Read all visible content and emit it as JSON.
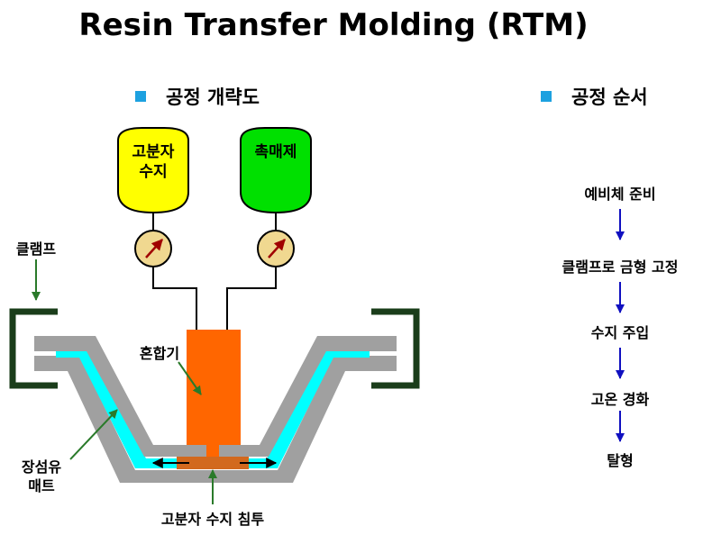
{
  "title": "Resin Transfer Molding (RTM)",
  "left_section": {
    "heading": "공정 개략도"
  },
  "right_section": {
    "heading": "공정 순서"
  },
  "tanks": {
    "resin_line1": "고분자",
    "resin_line2": "수지",
    "catalyst": "촉매제"
  },
  "labels": {
    "clamp": "클램프",
    "mixer": "혼합기",
    "fiber_mat_line1": "장섬유",
    "fiber_mat_line2": "매트",
    "infiltration": "고분자 수지 침투"
  },
  "process_steps": [
    "예비체 준비",
    "클램프로 금형 고정",
    "수지 주입",
    "고온 경화",
    "탈형"
  ],
  "colors": {
    "bullet": "#1da1e0",
    "resin_tank": "#ffff00",
    "catalyst_tank": "#00e000",
    "mixer": "#ff6600",
    "mold": "#a0a0a0",
    "fiber_mat": "#00ffff",
    "clamp": "#1a3d1a",
    "arrow_green": "#2a7a2a",
    "arrow_blue": "#1010c0"
  }
}
